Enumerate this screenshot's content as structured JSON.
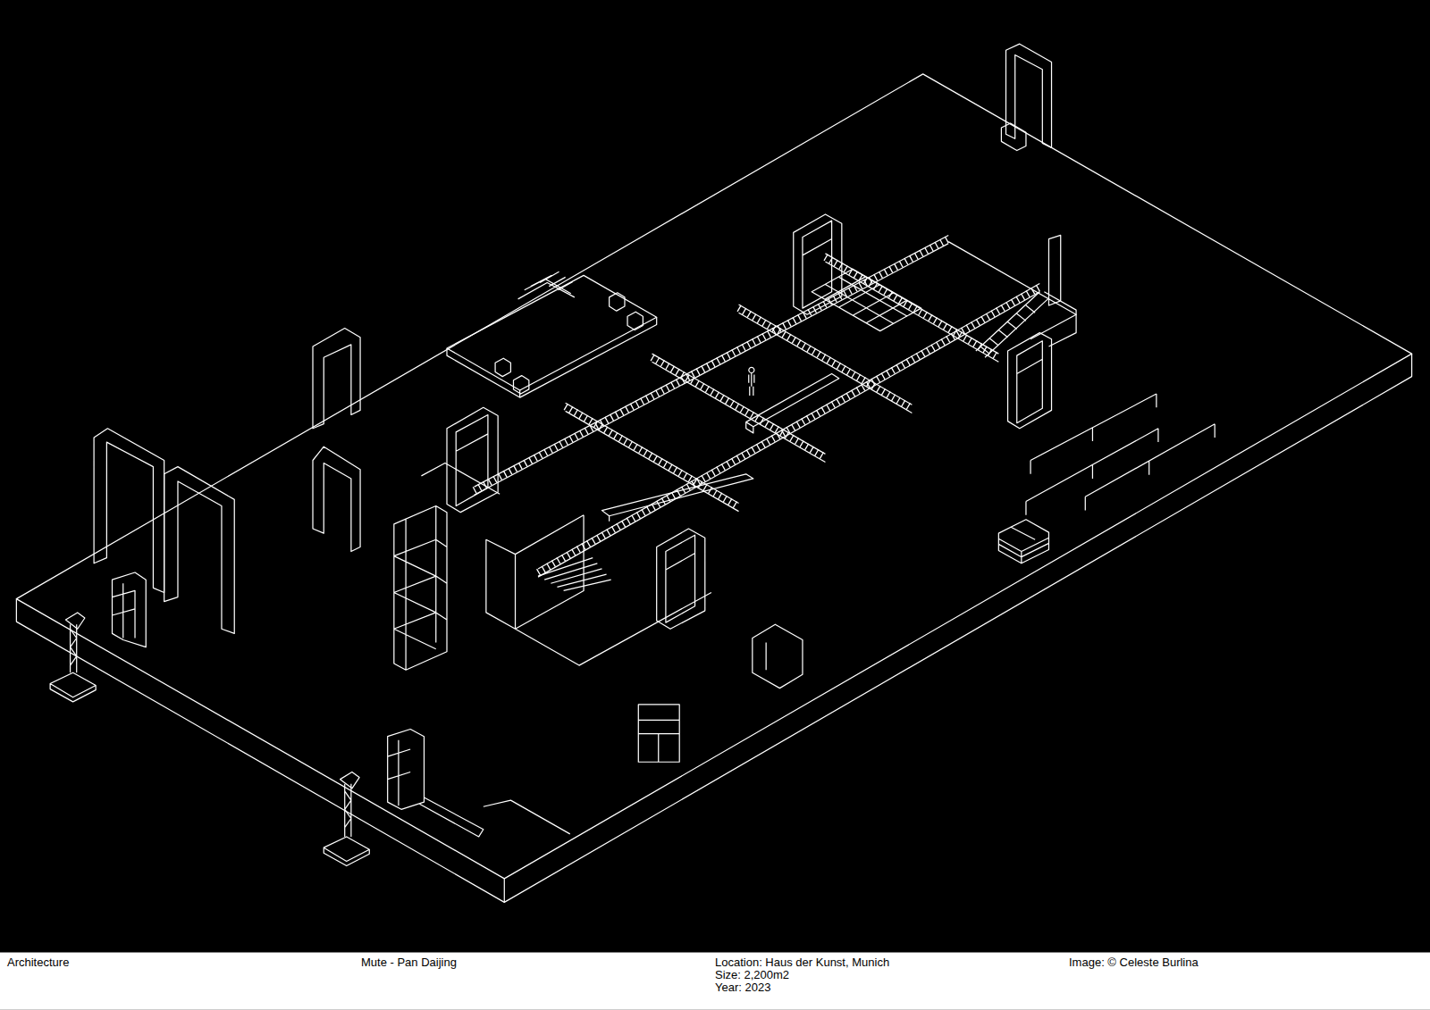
{
  "diagram": {
    "labels": [
      "Architecture",
      "Mute - Pan Daijing",
      "Location: Haus der Kunst, Munich",
      "Size: 2,200m2",
      "Year: 2023",
      "Image: © Celeste Burlina"
    ]
  }
}
